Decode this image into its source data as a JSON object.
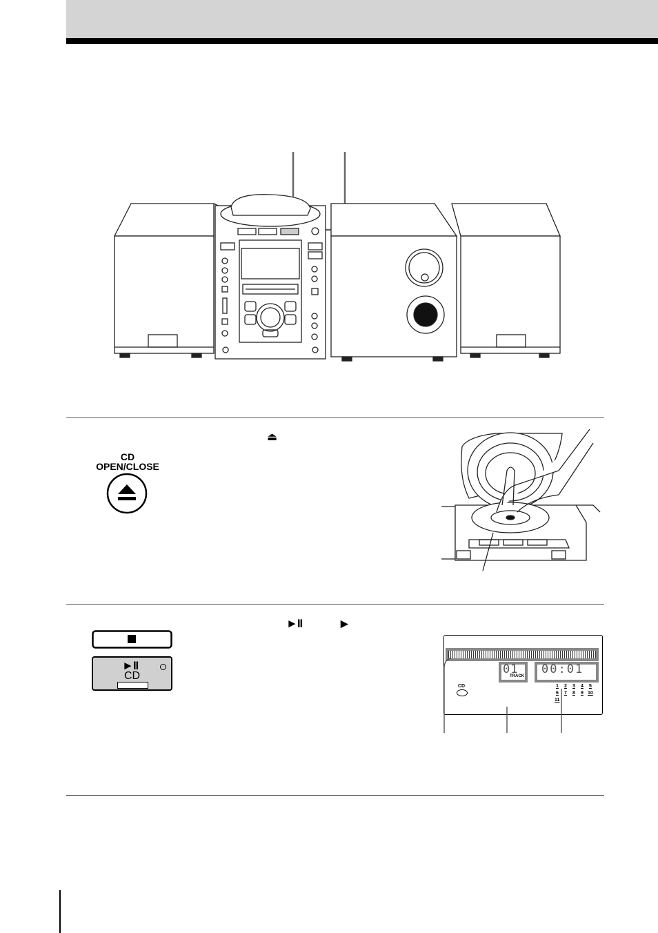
{
  "step1": {
    "button_label_top": "CD",
    "button_label_bottom": "OPEN/CLOSE",
    "instruction_symbol": "⏏"
  },
  "step2": {
    "play_pause_symbol": "►II",
    "play_symbol": "►",
    "play_button_label": "CD",
    "display": {
      "track": "01",
      "time": "00:01",
      "track_label": "TRACK",
      "cd_label": "CD",
      "track_numbers": [
        "1",
        "2",
        "3",
        "4",
        "5",
        "6",
        "7",
        "8",
        "9",
        "10",
        "11"
      ]
    }
  }
}
